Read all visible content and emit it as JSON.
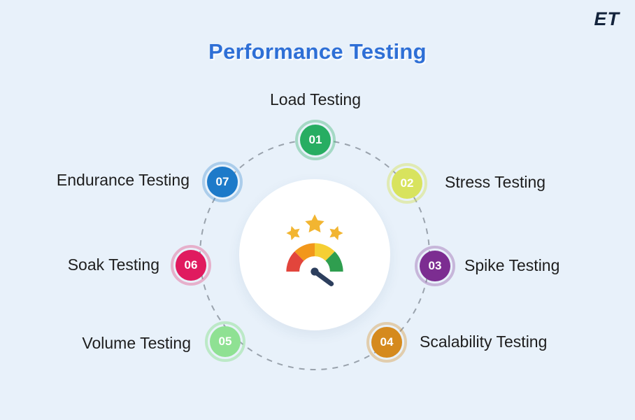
{
  "background": "#e8f1fa",
  "logo": {
    "text": "ET",
    "color": "#14243c"
  },
  "title": {
    "text": "Performance Testing",
    "color": "#2e6fd6"
  },
  "ring": {
    "color": "#9aa3ad",
    "style": "dashed"
  },
  "center_icon": {
    "name": "speedometer-with-stars",
    "star_color": "#f2b531",
    "segments": [
      "#e2453c",
      "#f2971b",
      "#f6cf33",
      "#2f9e4f"
    ],
    "needle_color": "#2c3e5d"
  },
  "nodes": [
    {
      "num": "01",
      "label": "Load Testing",
      "color": "#27ad62",
      "halo": "rgba(39,173,98,0.35)"
    },
    {
      "num": "02",
      "label": "Stress Testing",
      "color": "#d8e35e",
      "halo": "rgba(216,227,94,0.45)"
    },
    {
      "num": "03",
      "label": "Spike Testing",
      "color": "#7c2d91",
      "halo": "rgba(124,45,145,0.30)"
    },
    {
      "num": "04",
      "label": "Scalability Testing",
      "color": "#d58a1e",
      "halo": "rgba(213,138,30,0.35)"
    },
    {
      "num": "05",
      "label": "Volume Testing",
      "color": "#8fe193",
      "halo": "rgba(143,225,147,0.50)"
    },
    {
      "num": "06",
      "label": "Soak Testing",
      "color": "#e01a5f",
      "halo": "rgba(224,26,95,0.30)"
    },
    {
      "num": "07",
      "label": "Endurance Testing",
      "color": "#1d7ac9",
      "halo": "rgba(29,122,201,0.30)"
    }
  ]
}
